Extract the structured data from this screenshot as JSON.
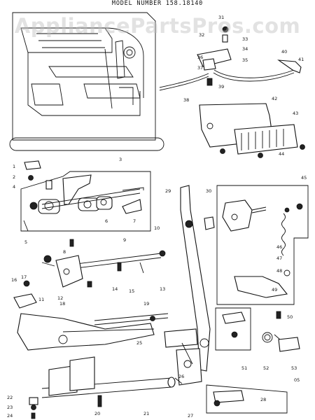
{
  "header": {
    "model_text": "MODEL NUMBER 158.18140"
  },
  "watermark": {
    "text": "AppliancePartsPros.com"
  },
  "diagram": {
    "corner_mark": "05",
    "part_numbers": [
      "1",
      "2",
      "3",
      "4",
      "5",
      "6",
      "7",
      "8",
      "9",
      "10",
      "11",
      "12",
      "13",
      "14",
      "15",
      "16",
      "17",
      "18",
      "19",
      "20",
      "21",
      "22",
      "23",
      "24",
      "25",
      "26",
      "27",
      "28",
      "29",
      "30",
      "31",
      "32",
      "33",
      "34",
      "35",
      "36",
      "37",
      "38",
      "39",
      "40",
      "41",
      "42",
      "43",
      "44",
      "45",
      "46",
      "47",
      "48",
      "49",
      "50",
      "51",
      "52",
      "53"
    ]
  }
}
